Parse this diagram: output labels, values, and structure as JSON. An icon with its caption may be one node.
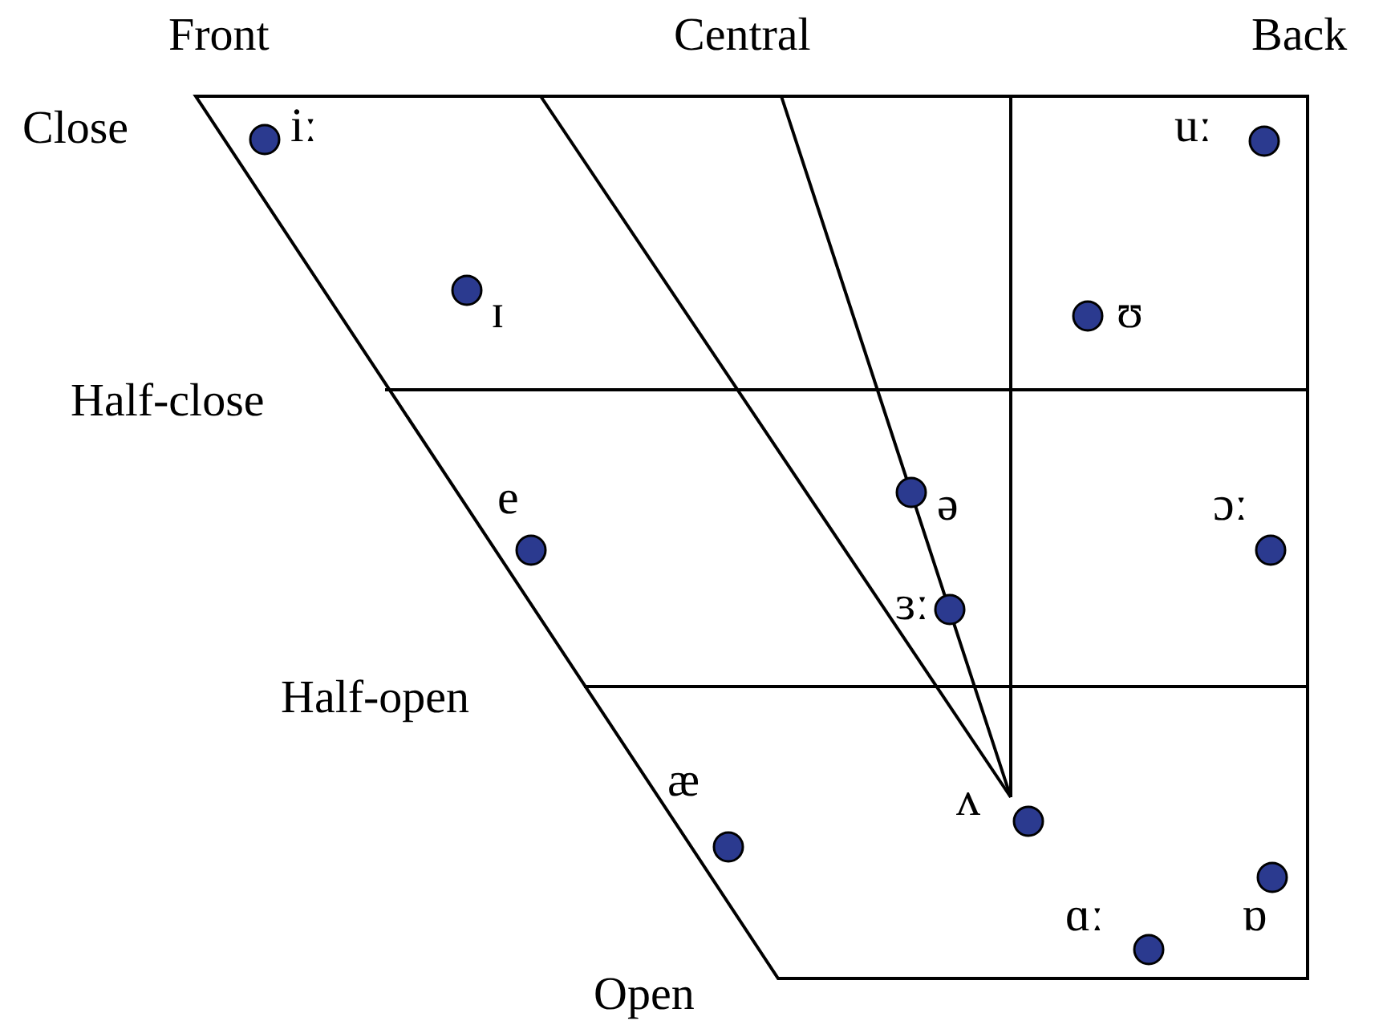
{
  "diagram": {
    "labels": [
      "Front",
      "Central",
      "Back",
      "Close",
      "iː",
      "uː",
      "ɪ",
      "ʊ",
      "Half-close",
      "e",
      "ə",
      "ɔː",
      "ɜː",
      "Half-open",
      "æ",
      "ʌ",
      "ɑː",
      "ɒ",
      "Open"
    ]
  }
}
